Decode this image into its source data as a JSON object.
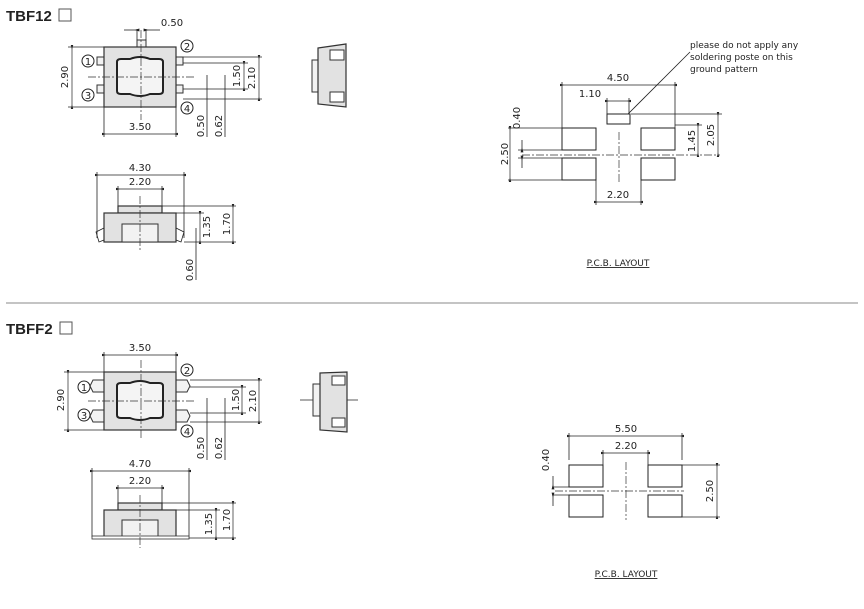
{
  "sections": [
    {
      "title": "TBF12",
      "top_view": {
        "plunger_width": "0.50",
        "height": "2.90",
        "width": "3.50",
        "pin_pitch_inner": "1.50",
        "pin_pitch_outer": "2.10",
        "pin_a": "0.50",
        "pin_b": "0.62",
        "pins": [
          "1",
          "2",
          "3",
          "4"
        ]
      },
      "front_view": {
        "overall_width": "4.30",
        "cap_width": "2.20",
        "body_height": "1.35",
        "total_height": "1.70",
        "lead": "0.60"
      },
      "pcb": {
        "note_lines": [
          "please do not apply any",
          "soldering poste on this",
          "ground pattern"
        ],
        "overall_width": "4.50",
        "ground_width": "1.10",
        "pad_gap": "0.40",
        "pad_height_total": "2.50",
        "to_ground_inner": "1.45",
        "to_ground_outer": "2.05",
        "pad_spacing": "2.20",
        "label": "P.C.B. LAYOUT"
      }
    },
    {
      "title": "TBFF2",
      "top_view": {
        "width": "3.50",
        "height": "2.90",
        "pin_pitch_inner": "1.50",
        "pin_pitch_outer": "2.10",
        "pin_a": "0.50",
        "pin_b": "0.62",
        "pins": [
          "1",
          "2",
          "3",
          "4"
        ]
      },
      "front_view": {
        "overall_width": "4.70",
        "cap_width": "2.20",
        "body_height": "1.35",
        "total_height": "1.70"
      },
      "pcb": {
        "overall_width": "5.50",
        "pad_spacing": "2.20",
        "pad_gap": "0.40",
        "pad_height_total": "2.50",
        "label": "P.C.B. LAYOUT"
      }
    }
  ]
}
